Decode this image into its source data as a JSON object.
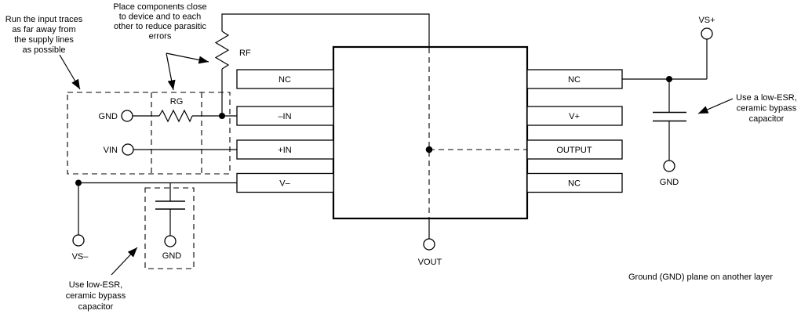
{
  "figure": {
    "type": "op-amp PCB layout example schematic"
  },
  "annotations": {
    "run_input": [
      "Run the input traces",
      "as far away from",
      "the supply lines",
      "as possible"
    ],
    "place_components": [
      "Place components close",
      "to device and to each",
      "other to reduce parasitic",
      "errors"
    ],
    "bypass_right": [
      "Use a low-ESR,",
      "ceramic bypass",
      "capacitor"
    ],
    "bypass_left": [
      "Use low-ESR,",
      "ceramic bypass",
      "capacitor"
    ],
    "ground_plane": "Ground (GND) plane on another layer"
  },
  "labels": {
    "rf": "RF",
    "rg": "RG"
  },
  "terminals": {
    "gnd_input": "GND",
    "vin": "VIN",
    "vs_minus": "VS–",
    "gnd_bottom": "GND",
    "vout": "VOUT",
    "vs_plus": "VS+",
    "gnd_right": "GND"
  },
  "pins": {
    "left": [
      "NC",
      "–IN",
      "+IN",
      "V–"
    ],
    "right": [
      "NC",
      "V+",
      "OUTPUT",
      "NC"
    ]
  },
  "colors": {
    "line": "#000000",
    "background": "#ffffff"
  }
}
